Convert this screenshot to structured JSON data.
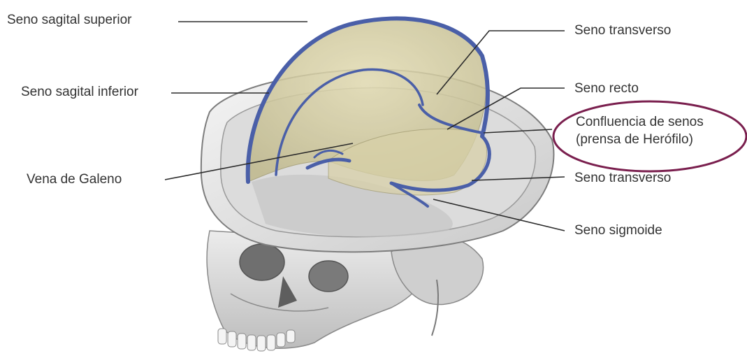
{
  "labels": {
    "sagital_superior": "Seno sagital superior",
    "sagital_inferior": "Seno sagital inferior",
    "vena_galeno": "Vena de Galeno",
    "transverso_top": "Seno transverso",
    "recto": "Seno recto",
    "confluencia_line1": "Confluencia de senos",
    "confluencia_line2": "(prensa de Herófilo)",
    "transverso_bottom": "Seno transverso",
    "sigmoide": "Seno sigmoide"
  },
  "colors": {
    "text": "#333333",
    "leader_line": "#2b2b2b",
    "highlight_ellipse": "#7a1f4e",
    "sinus_vessels": "#4a5fa8",
    "bone": "#d9d9d9",
    "falx_membrane": "#cfc8a0"
  }
}
